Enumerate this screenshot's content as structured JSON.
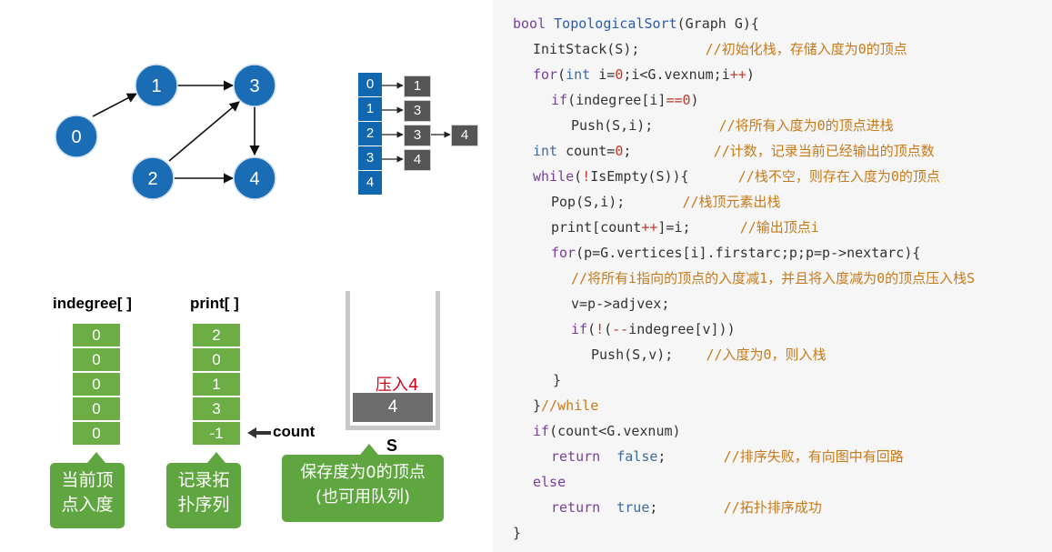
{
  "graph": {
    "nodes": [
      "0",
      "1",
      "2",
      "3",
      "4"
    ]
  },
  "adjacency": {
    "heads": [
      "0",
      "1",
      "2",
      "3",
      "4"
    ],
    "lists": [
      [
        "1"
      ],
      [
        "3"
      ],
      [
        "3",
        "4"
      ],
      [
        "4"
      ],
      []
    ]
  },
  "indegree": {
    "label": "indegree[ ]",
    "values": [
      "0",
      "0",
      "0",
      "0",
      "0"
    ],
    "caption_line1": "当前顶",
    "caption_line2": "点入度"
  },
  "print": {
    "label": "print[ ]",
    "values": [
      "2",
      "0",
      "1",
      "3",
      "-1"
    ],
    "pointer_label": "count",
    "caption_line1": "记录拓",
    "caption_line2": "扑序列"
  },
  "stack": {
    "push_label": "压入4",
    "top_value": "4",
    "name": "S",
    "caption_line1": "保存度为0的顶点",
    "caption_line2": "(也可用队列)"
  },
  "colors": {
    "node_blue": "#1a6db5",
    "green": "#6cae45",
    "push_red": "#d0021b"
  }
}
